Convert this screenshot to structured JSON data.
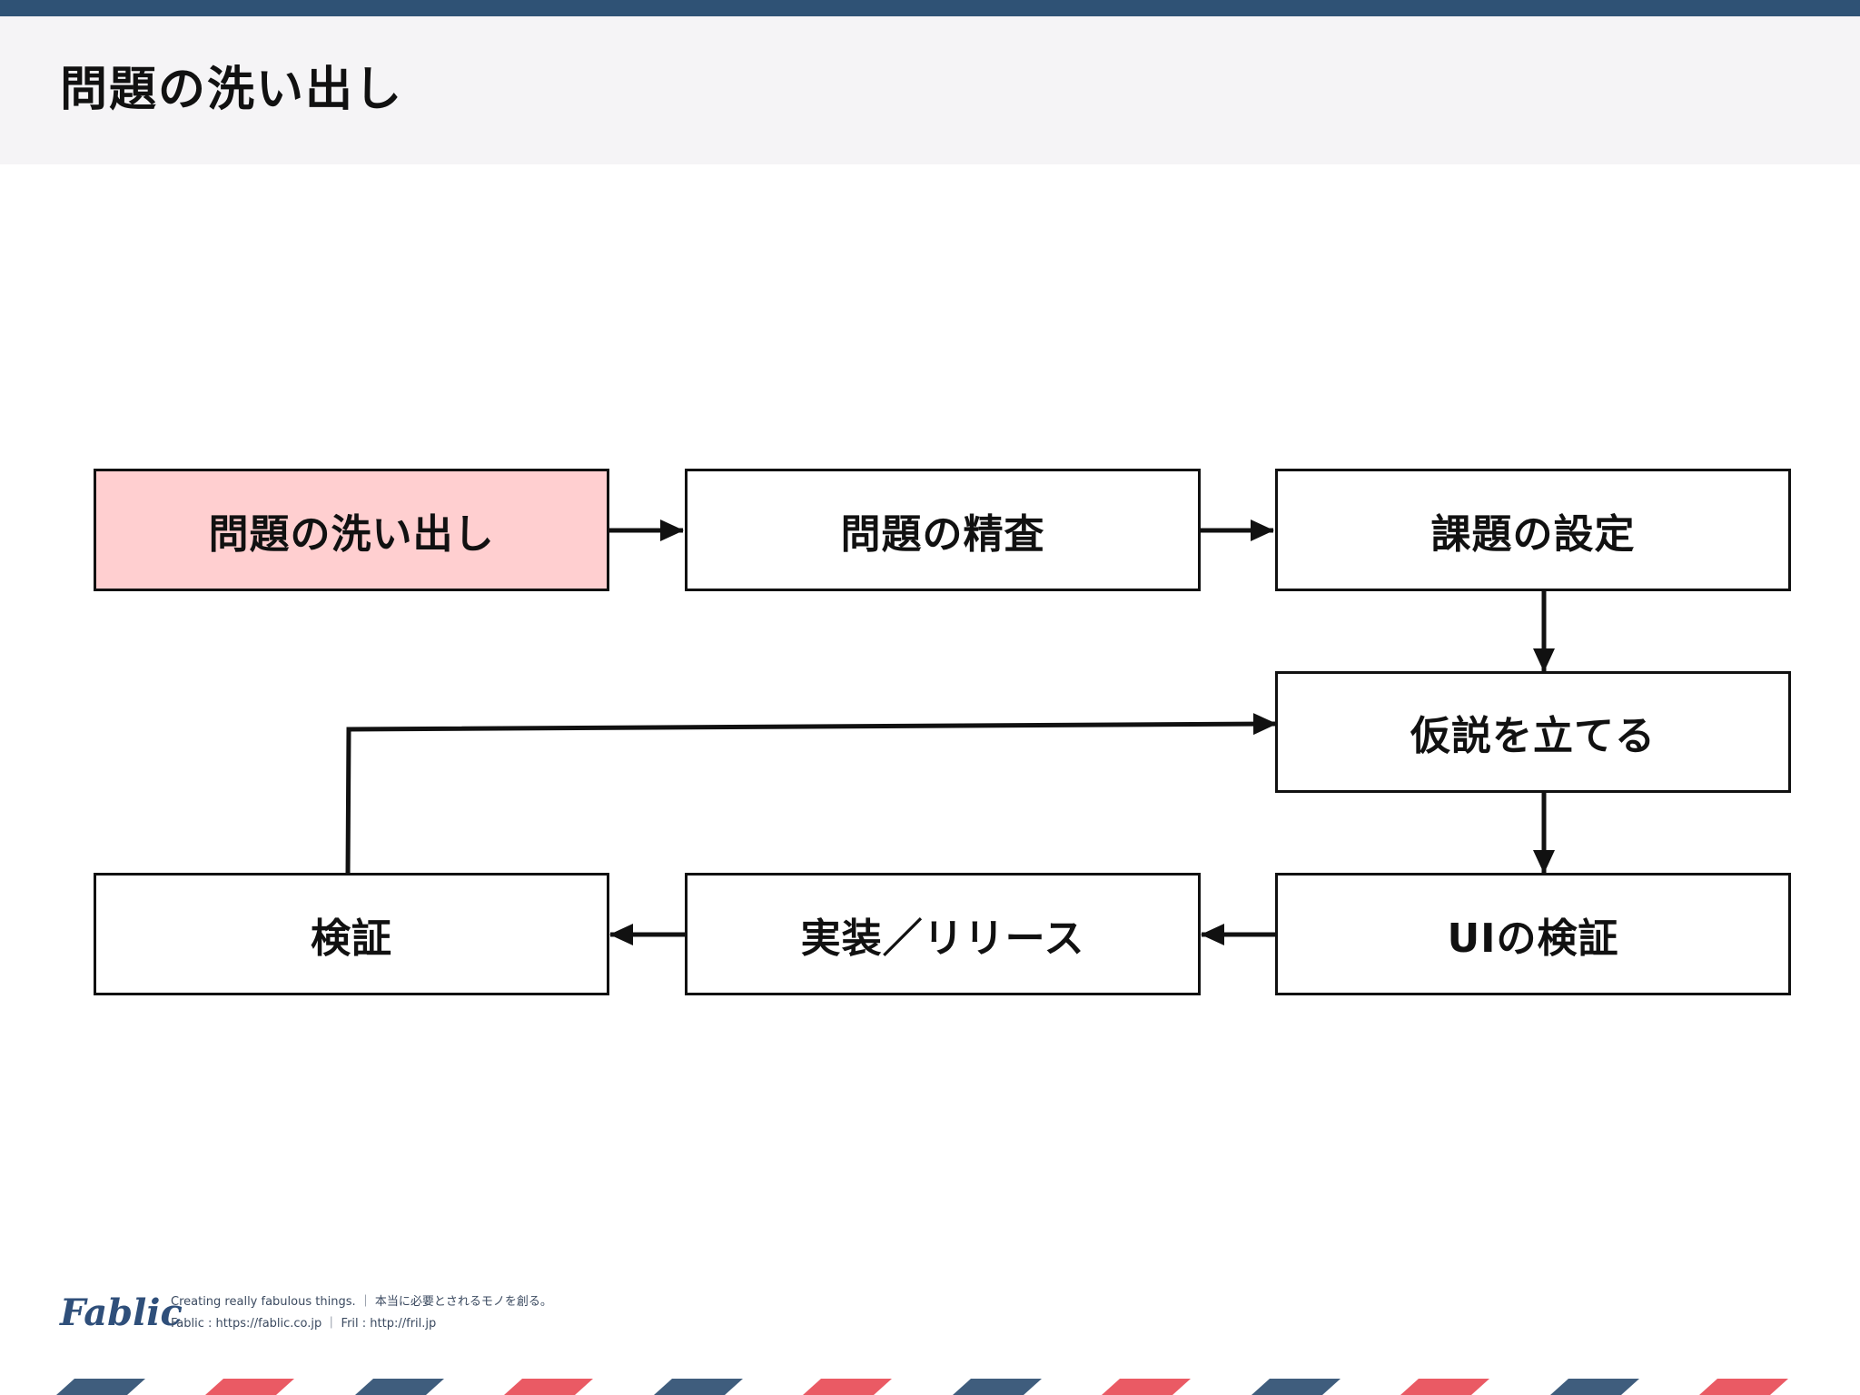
{
  "header": {
    "title": "問題の洗い出し"
  },
  "flow": {
    "nodes": [
      {
        "id": "issues",
        "label": "問題の洗い出し",
        "highlighted": true
      },
      {
        "id": "scrutiny",
        "label": "問題の精査",
        "highlighted": false
      },
      {
        "id": "task",
        "label": "課題の設定",
        "highlighted": false
      },
      {
        "id": "hypothesis",
        "label": "仮説を立てる",
        "highlighted": false
      },
      {
        "id": "ui-verify",
        "label": "UIの検証",
        "highlighted": false
      },
      {
        "id": "release",
        "label": "実装／リリース",
        "highlighted": false
      },
      {
        "id": "verify",
        "label": "検証",
        "highlighted": false
      }
    ],
    "edges": [
      [
        "issues",
        "scrutiny"
      ],
      [
        "scrutiny",
        "task"
      ],
      [
        "task",
        "hypothesis"
      ],
      [
        "hypothesis",
        "ui-verify"
      ],
      [
        "ui-verify",
        "release"
      ],
      [
        "release",
        "verify"
      ],
      [
        "verify",
        "hypothesis"
      ]
    ],
    "highlight_color": "#ffcfd0"
  },
  "footer": {
    "logo": "Fablic",
    "tagline": "Creating really fabulous things.  ｜  本当に必要とされるモノを創る。",
    "links": "Fablic : https://fablic.co.jp  ｜  Fril : http://fril.jp"
  },
  "colors": {
    "top_bar": "#2f5275",
    "header_bg": "#f5f4f6",
    "stripe_navy": "#3f5d7d",
    "stripe_red": "#ea5a64"
  }
}
